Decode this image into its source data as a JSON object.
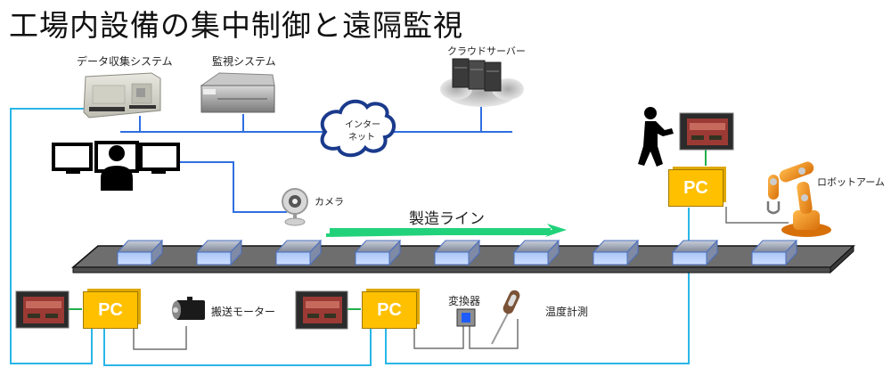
{
  "title": "工場内設備の集中制御と遠隔監視",
  "labels": {
    "data_collection": "データ収集システム",
    "monitoring": "監視システム",
    "cloud_server": "クラウドサーバー",
    "internet_line1": "インター",
    "internet_line2": "ネット",
    "camera": "カメラ",
    "production_line": "製造ライン",
    "robot_arm": "ロボットアーム",
    "transport_motor": "搬送モーター",
    "converter": "変換器",
    "temperature": "温度計測"
  },
  "pc_units": [
    {
      "id": "pc-robot",
      "label": "PC"
    },
    {
      "id": "pc-motor",
      "label": "PC"
    },
    {
      "id": "pc-temperature",
      "label": "PC"
    }
  ],
  "conveyor_items_count": 9,
  "colors": {
    "network_blue": "#2f6fe0",
    "field_cyan": "#29b6e8",
    "hmi_green": "#22b04a",
    "pc_yellow": "#ffc000",
    "arrow_green": "#22d27a",
    "conveyor_gray": "#6e6e6e",
    "robot_orange": "#f0901e",
    "cloud_navy": "#1a3a8c"
  }
}
